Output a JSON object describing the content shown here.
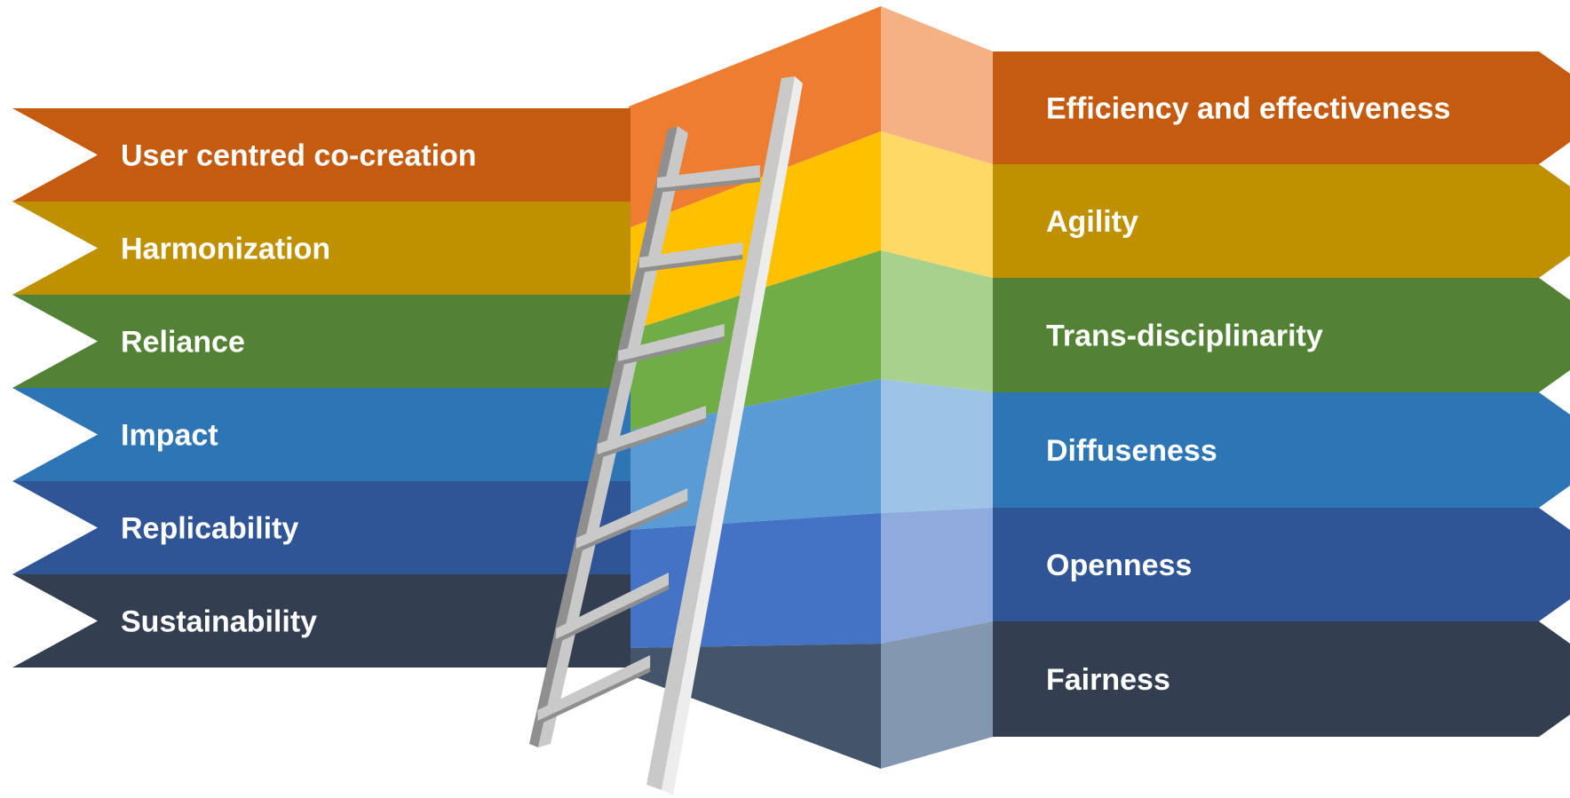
{
  "left_ribbons": [
    {
      "label": "User centred co-creation",
      "color": "#C55A11"
    },
    {
      "label": "Harmonization",
      "color": "#BF9000"
    },
    {
      "label": "Reliance",
      "color": "#538135"
    },
    {
      "label": "Impact",
      "color": "#2E75B6"
    },
    {
      "label": "Replicability",
      "color": "#2F5597"
    },
    {
      "label": "Sustainability",
      "color": "#333F50"
    }
  ],
  "right_ribbons": [
    {
      "label": "Efficiency and effectiveness",
      "color": "#C55A11"
    },
    {
      "label": "Agility",
      "color": "#BF9000"
    },
    {
      "label": "Trans-disciplinarity",
      "color": "#538135"
    },
    {
      "label": "Diffuseness",
      "color": "#2E75B6"
    },
    {
      "label": "Openness",
      "color": "#2F5597"
    },
    {
      "label": "Fairness",
      "color": "#333F50"
    }
  ],
  "wall_colors": {
    "front": [
      "#ED7D31",
      "#FFC000",
      "#70AD47",
      "#5B9BD5",
      "#4472C4",
      "#44546A"
    ],
    "side": [
      "#F4B183",
      "#FFD966",
      "#A9D18E",
      "#9DC3E6",
      "#8FAADC",
      "#8497B0"
    ]
  },
  "ladder": {
    "icon": "ladder-icon",
    "color": "#C9C9C9"
  }
}
